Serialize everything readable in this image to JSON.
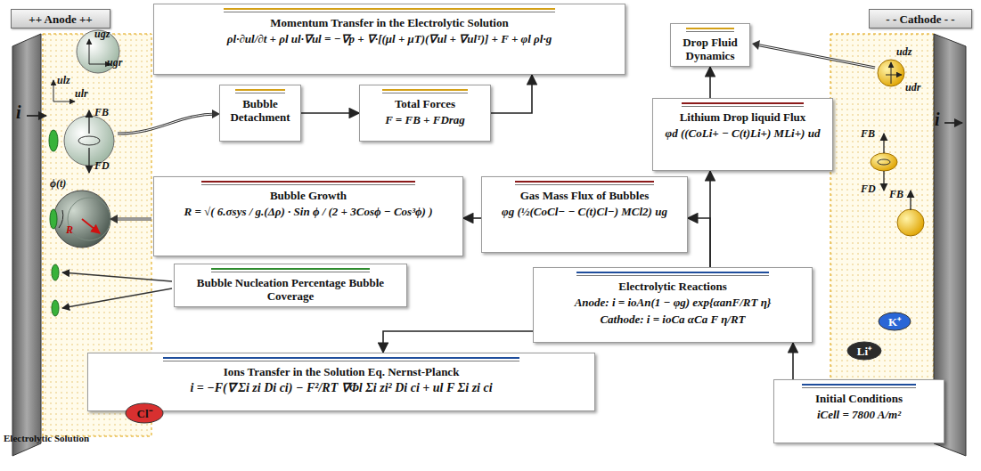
{
  "diagram": {
    "nodes": [
      {
        "text": [
          "++ Anode ++"
        ]
      },
      {
        "text": [
          "Momentum Transfer  in the Electrolytic Solution",
          "ρl·∂ul/∂t + ρl ul·∇ul = −∇p + ∇·[(μl + μT)(∇ul + ∇ulᵀ)] + F + φl ρl·g"
        ]
      },
      {
        "text": [
          "- - Cathode - -"
        ]
      },
      {
        "text": [
          "Drop Fluid Dynamics"
        ]
      },
      {
        "text": [
          "Bubble Detachment"
        ]
      },
      {
        "text": [
          "Total Forces",
          "F = FB + FDrag"
        ]
      },
      {
        "text": [
          "Lithium Drop liquid Flux",
          "φd ((CoLi+ − C(t)Li+) MLi+) ud"
        ]
      },
      {
        "text": [
          "Bubble Growth",
          "R = √( 6.σsys / g.(Δρ) · Sin ϕ / (2 + 3Cosϕ − Cos³ϕ) )"
        ]
      },
      {
        "text": [
          "Gas Mass Flux of Bubbles",
          "φg (½(CoCl− − C(t)Cl−) MCl2) ug"
        ]
      },
      {
        "text": [
          "Bubble Nucleation  Percentage Bubble Coverage"
        ]
      },
      {
        "text": [
          "Electrolytic Reactions",
          "Anode: i = ioAn(1 − φg) exp{αanF/RT η}",
          "Cathode: i = ioCa αCa F η/RT"
        ]
      },
      {
        "text": [
          "Ions Transfer in the Solution Eq. Nernst-Planck",
          "i = −F(∇ Σi zi Di ci) − F²/RT ∇Φl Σi zi² Di ci + ul F Σi zi ci"
        ]
      },
      {
        "text": [
          "Initial Conditions",
          "iCell = 7800 A/m²"
        ]
      },
      {
        "text": [
          "Cl⁻"
        ]
      },
      {
        "text": [
          "K⁺"
        ]
      },
      {
        "text": [
          "Li⁺"
        ]
      }
    ],
    "edges": [
      {
        "from": 4,
        "to": 5,
        "arrow": "to"
      },
      {
        "from": 5,
        "to": 1,
        "arrow": "to"
      },
      {
        "from": 6,
        "to": 3,
        "arrow": "to"
      },
      {
        "from": 10,
        "to": 6,
        "arrow": "to"
      },
      {
        "from": 10,
        "to": 8,
        "arrow": "to"
      },
      {
        "from": 8,
        "to": 7,
        "arrow": "to"
      },
      {
        "from": 10,
        "to": 11,
        "arrow": "to"
      },
      {
        "from": 12,
        "to": 10,
        "arrow": "to"
      }
    ],
    "labels": [
      "i",
      "i",
      "ulz",
      "ulr",
      "ugz",
      "ugr",
      "FB",
      "FD",
      "ϕ(t)",
      "R",
      "udz",
      "udr",
      "FB",
      "FD",
      "FB",
      "Electrolytic Solution"
    ]
  }
}
